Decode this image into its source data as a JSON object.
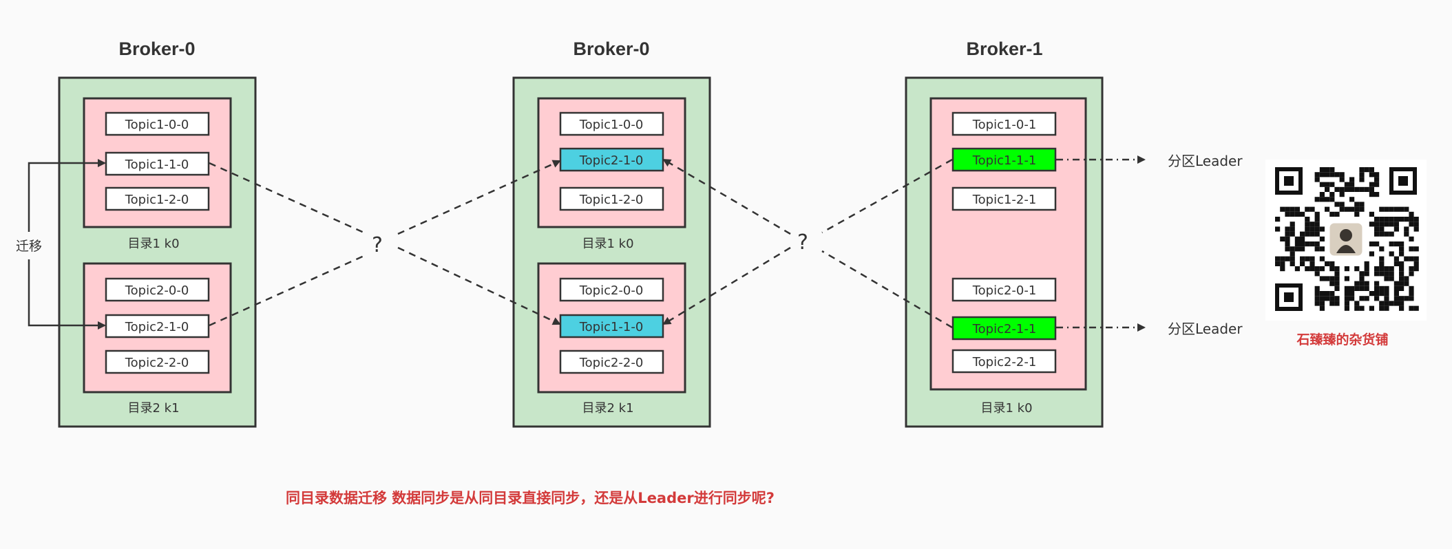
{
  "brokers": [
    {
      "title": "Broker-0",
      "dirs": [
        {
          "label": "目录1 k0",
          "topics": [
            {
              "name": "Topic1-0-0",
              "color": "#ffffff"
            },
            {
              "name": "Topic1-1-0",
              "color": "#ffffff"
            },
            {
              "name": "Topic1-2-0",
              "color": "#ffffff"
            }
          ]
        },
        {
          "label": "目录2 k1",
          "topics": [
            {
              "name": "Topic2-0-0",
              "color": "#ffffff"
            },
            {
              "name": "Topic2-1-0",
              "color": "#ffffff"
            },
            {
              "name": "Topic2-2-0",
              "color": "#ffffff"
            }
          ]
        }
      ]
    },
    {
      "title": "Broker-0",
      "dirs": [
        {
          "label": "目录1  k0",
          "topics": [
            {
              "name": "Topic1-0-0",
              "color": "#ffffff"
            },
            {
              "name": "Topic2-1-0",
              "color": "#4dd0e1"
            },
            {
              "name": "Topic1-2-0",
              "color": "#ffffff"
            }
          ]
        },
        {
          "label": "目录2  k1",
          "topics": [
            {
              "name": "Topic2-0-0",
              "color": "#ffffff"
            },
            {
              "name": "Topic1-1-0",
              "color": "#4dd0e1"
            },
            {
              "name": "Topic2-2-0",
              "color": "#ffffff"
            }
          ]
        }
      ]
    },
    {
      "title": "Broker-1",
      "dirs": [
        {
          "label": "目录1  k0",
          "topics": [
            {
              "name": "Topic1-0-1",
              "color": "#ffffff"
            },
            {
              "name": "Topic1-1-1",
              "color": "#00ff00"
            },
            {
              "name": "Topic1-2-1",
              "color": "#ffffff"
            },
            {
              "name": "Topic2-0-1",
              "color": "#ffffff"
            },
            {
              "name": "Topic2-1-1",
              "color": "#00ff00"
            },
            {
              "name": "Topic2-2-1",
              "color": "#ffffff"
            }
          ]
        }
      ]
    }
  ],
  "migrate_label": "迁移",
  "question_mark": "?",
  "leader_label": "分区Leader",
  "caption": "同目录数据迁移 数据同步是从同目录直接同步，还是从Leader进行同步呢?",
  "shop_name": "石臻臻的杂货铺",
  "colors": {
    "broker_fill": "#c8e6c9",
    "dir_fill": "#ffcdd2",
    "highlight_cyan": "#4dd0e1",
    "leader_green": "#00ff00",
    "caption_red": "#d33a3a"
  }
}
